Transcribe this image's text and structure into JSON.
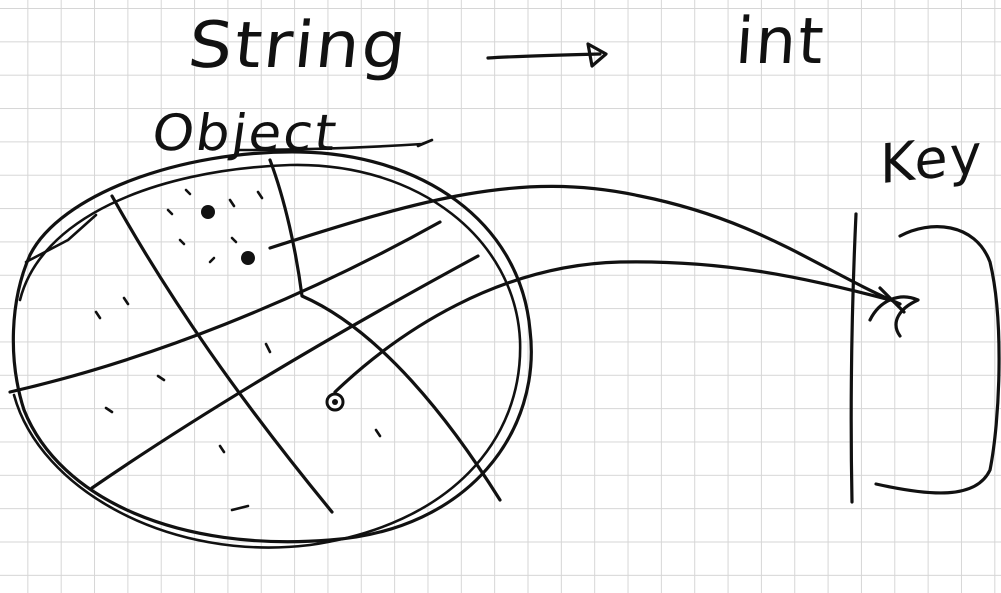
{
  "labels": {
    "domain_type": "String",
    "range_type": "int",
    "element_type": "Object",
    "target_label": "Key"
  },
  "colors": {
    "ink": "#111111",
    "grid": "#d6d6d6",
    "paper": "#ffffff"
  }
}
